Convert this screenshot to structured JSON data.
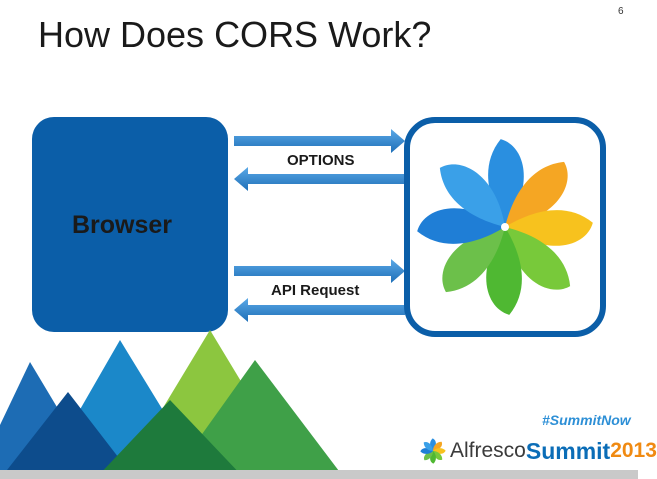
{
  "slide": {
    "title": "How Does CORS Work?",
    "number": "6"
  },
  "diagram": {
    "browser_label": "Browser",
    "request_1_label": "OPTIONS",
    "request_2_label": "API Request"
  },
  "footer": {
    "hashtag": "#SummitNow",
    "logo_part_1": "Alfresco",
    "logo_part_2": "Summit",
    "logo_part_3": "2013"
  },
  "colors": {
    "browser_box": "#0b5ea8",
    "arrows": "#2f86cc",
    "server_frame": "#0b5ea8",
    "petal_blue": "#3aa0e8",
    "petal_orange": "#f5a623",
    "petal_green": "#6cc04a",
    "hashtag": "#2d8fd6"
  },
  "icons": {
    "server": "alfresco-flower-icon",
    "logo": "alfresco-flower-icon"
  }
}
